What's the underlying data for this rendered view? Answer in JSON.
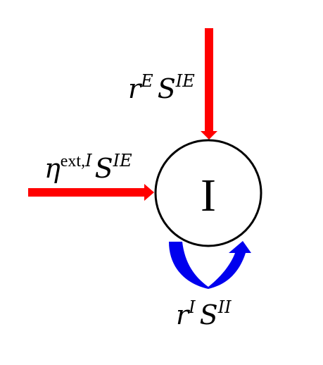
{
  "diagram": {
    "node": {
      "label": "I"
    },
    "inputs": {
      "top": {
        "symbol": "r",
        "sup": "E",
        "S": "S",
        "sup2": "IE",
        "color": "#ff0000"
      },
      "left": {
        "symbol": "η",
        "sup_text": "ext,",
        "sup_italic": "I",
        "S": "S",
        "sup2": "IE",
        "color": "#ff0000"
      },
      "recurrent": {
        "symbol": "r",
        "sup": "I",
        "S": "S",
        "sup2": "II",
        "color": "#0000ee"
      }
    }
  }
}
